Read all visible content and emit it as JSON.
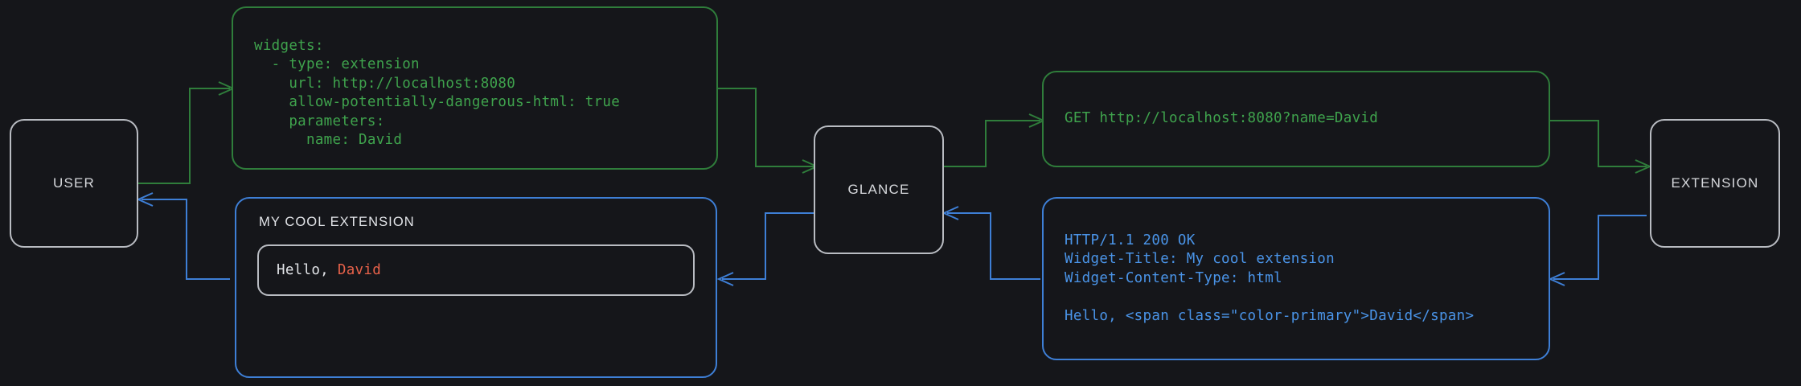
{
  "background": "#15161a",
  "colors": {
    "green": "#2f7d3b",
    "green_text": "#3fa34d",
    "blue": "#3e7fd6",
    "blue_text": "#4a94e8",
    "grey": "#b9bcc2",
    "accent": "#e8624a",
    "text": "#e3e5e9"
  },
  "nodes": {
    "user": {
      "label": "USER"
    },
    "glance": {
      "label": "GLANCE"
    },
    "extension": {
      "label": "EXTENSION"
    }
  },
  "config_panel": {
    "lines": [
      "widgets:",
      "  - type: extension",
      "    url: http://localhost:8080",
      "    allow-potentially-dangerous-html: true",
      "    parameters:",
      "      name: David"
    ],
    "text": "widgets:\n  - type: extension\n    url: http://localhost:8080\n    allow-potentially-dangerous-html: true\n    parameters:\n      name: David"
  },
  "request_panel": {
    "text": "GET http://localhost:8080?name=David"
  },
  "response_panel": {
    "lines": [
      "HTTP/1.1 200 OK",
      "Widget-Title: My cool extension",
      "Widget-Content-Type: html",
      "",
      "Hello, <span class=\"color-primary\">David</span>"
    ],
    "text": "HTTP/1.1 200 OK\nWidget-Title: My cool extension\nWidget-Content-Type: html\n\nHello, <span class=\"color-primary\">David</span>"
  },
  "widget_preview": {
    "title": "MY COOL EXTENSION",
    "greeting": "Hello, ",
    "name": "David"
  }
}
